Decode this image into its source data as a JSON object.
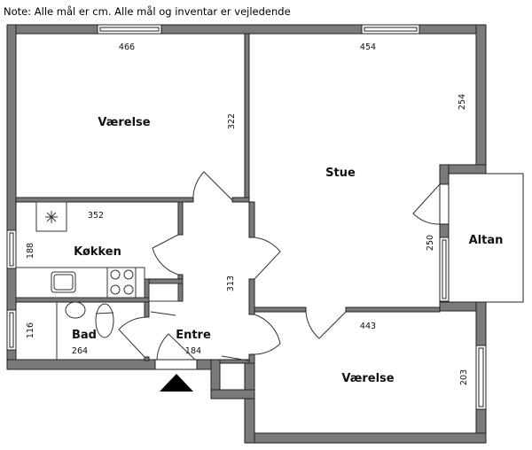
{
  "note": "Note: Alle mål er cm. Alle mål og inventar er vejledende",
  "rooms": {
    "bedroom_top": "Værelse",
    "living": "Stue",
    "kitchen": "Køkken",
    "bath": "Bad",
    "entrance": "Entre",
    "balcony": "Altan",
    "bedroom_bottom": "Værelse"
  },
  "dimensions": {
    "bedroom_top_width": "466",
    "bedroom_top_depth": "322",
    "living_width": "454",
    "living_depth_top": "254",
    "living_depth_balcony": "250",
    "kitchen_width": "352",
    "kitchen_depth": "188",
    "entrance_depth": "313",
    "entrance_width": "184",
    "bath_width": "264",
    "bath_depth": "116",
    "bedroom_bottom_width": "443",
    "bedroom_bottom_depth": "203"
  },
  "colors": {
    "wall": "#7a7a7a",
    "outline": "#222222"
  }
}
